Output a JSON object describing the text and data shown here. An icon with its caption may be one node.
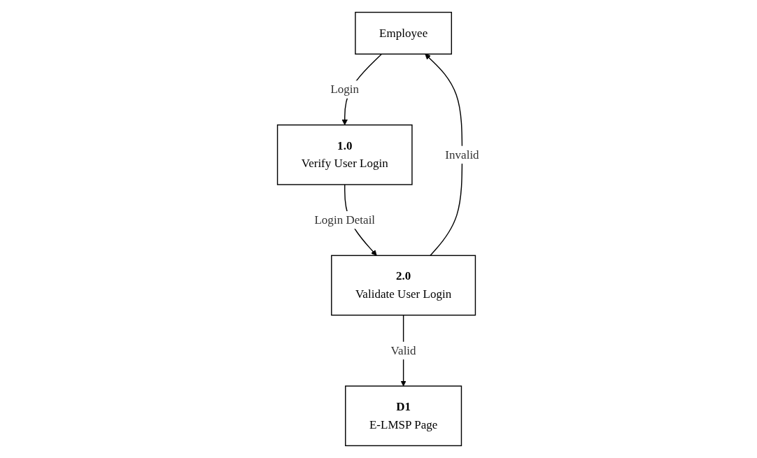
{
  "diagram": {
    "nodes": [
      {
        "text": [
          "Employee"
        ]
      },
      {
        "text": [
          "1.0",
          "Verify User Login"
        ]
      },
      {
        "text": [
          "2.0",
          "Validate User Login"
        ]
      },
      {
        "text": [
          "D1",
          "E-LMSP Page"
        ]
      }
    ],
    "edges": [
      {
        "from": 0,
        "to": 1,
        "arrow": "to",
        "label": "Login"
      },
      {
        "from": 1,
        "to": 2,
        "arrow": "to",
        "label": "Login Detail"
      },
      {
        "from": 2,
        "to": 0,
        "arrow": "to",
        "label": "Invalid"
      },
      {
        "from": 2,
        "to": 3,
        "arrow": "to",
        "label": "Valid"
      }
    ]
  }
}
